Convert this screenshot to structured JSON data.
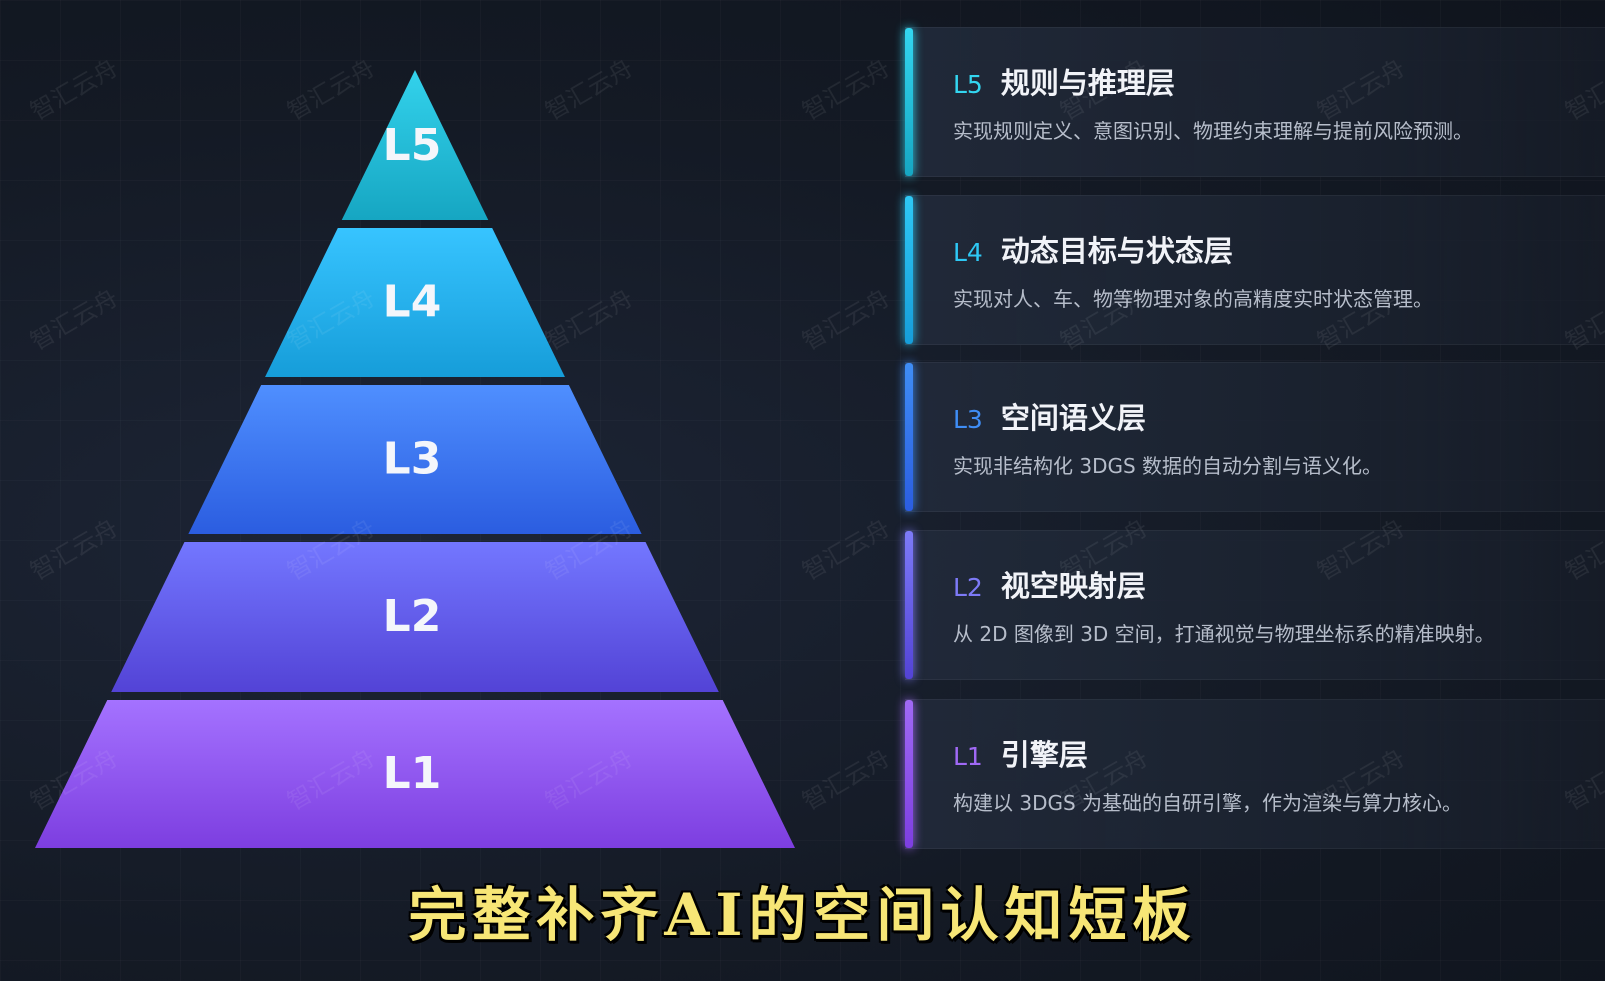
{
  "watermark_text": "智汇云舟",
  "levels": [
    {
      "id": "L5",
      "title": "规则与推理层",
      "desc": "实现规则定义、意图识别、物理约束理解与提前风险预测。",
      "color_top": "#33d2ec",
      "color_bottom": "#16a6c2",
      "accent": "#33d6f0"
    },
    {
      "id": "L4",
      "title": "动态目标与状态层",
      "desc": "实现对人、车、物等物理对象的高精度实时状态管理。",
      "color_top": "#37c4ff",
      "color_bottom": "#169dd9",
      "accent": "#2ec8f5"
    },
    {
      "id": "L3",
      "title": "空间语义层",
      "desc": "实现非结构化 3DGS 数据的自动分割与语义化。",
      "color_top": "#4f8fff",
      "color_bottom": "#2b5de0",
      "accent": "#3f8df5"
    },
    {
      "id": "L2",
      "title": "视空映射层",
      "desc": "从 2D 图像到 3D 空间，打通视觉与物理坐标系的精准映射。",
      "color_top": "#7377ff",
      "color_bottom": "#5343d6",
      "accent": "#7d7af7"
    },
    {
      "id": "L1",
      "title": "引擎层",
      "desc": "构建以 3DGS 为基础的自研引擎，作为渲染与算力核心。",
      "color_top": "#a472ff",
      "color_bottom": "#7d3ee0",
      "accent": "#a069f5"
    }
  ],
  "caption": "完整补齐AI的空间认知短板"
}
